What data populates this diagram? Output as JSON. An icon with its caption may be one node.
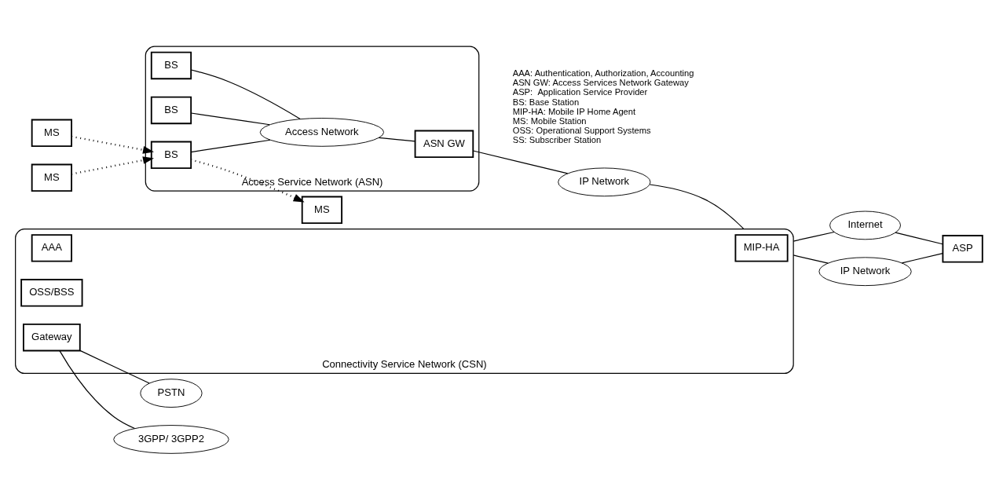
{
  "diagram": {
    "nodes": [
      {
        "text": [
          "MS"
        ]
      },
      {
        "text": [
          "MS"
        ]
      },
      {
        "text": [
          "MS"
        ]
      },
      {
        "text": [
          "Access Service Network (ASN)"
        ]
      },
      {
        "text": [
          "BS"
        ],
        "in": 3
      },
      {
        "text": [
          "BS"
        ],
        "in": 3
      },
      {
        "text": [
          "BS"
        ],
        "in": 3
      },
      {
        "text": [
          "Access Network"
        ],
        "in": 3
      },
      {
        "text": [
          "ASN GW"
        ],
        "in": 3
      },
      {
        "text": [
          "IP Network"
        ]
      },
      {
        "text": [
          "Connectivity Service Network (CSN)"
        ]
      },
      {
        "text": [
          "AAA"
        ],
        "in": 10
      },
      {
        "text": [
          "MIP-HA"
        ],
        "in": 10
      },
      {
        "text": [
          "OSS/BSS"
        ],
        "in": 10
      },
      {
        "text": [
          "Gateway"
        ],
        "in": 10
      },
      {
        "text": [
          "Internet"
        ]
      },
      {
        "text": [
          "IP Network"
        ]
      },
      {
        "text": [
          "ASP"
        ]
      },
      {
        "text": [
          "PSTN"
        ]
      },
      {
        "text": [
          "3GPP/ 3GPP2"
        ]
      }
    ],
    "edges": [
      {
        "from": 0,
        "to": 5,
        "arrow": "to",
        "style": "dashed"
      },
      {
        "from": 1,
        "to": 5,
        "arrow": "to",
        "style": "dashed"
      },
      {
        "from": 5,
        "to": 2,
        "arrow": "to",
        "style": "dashed"
      },
      {
        "from": 4,
        "to": 7,
        "arrow": "none"
      },
      {
        "from": 5,
        "to": 7,
        "arrow": "none"
      },
      {
        "from": 6,
        "to": 7,
        "arrow": "none"
      },
      {
        "from": 7,
        "to": 8,
        "arrow": "none"
      },
      {
        "from": 8,
        "to": 9,
        "arrow": "none"
      },
      {
        "from": 9,
        "to": 10,
        "arrow": "none"
      },
      {
        "from": 10,
        "to": 15,
        "arrow": "none"
      },
      {
        "from": 10,
        "to": 16,
        "arrow": "none"
      },
      {
        "from": 15,
        "to": 17,
        "arrow": "none"
      },
      {
        "from": 16,
        "to": 17,
        "arrow": "none"
      },
      {
        "from": 14,
        "to": 18,
        "arrow": "none"
      },
      {
        "from": 14,
        "to": 19,
        "arrow": "none"
      }
    ],
    "labels": [
      "AAA: Authentication, Authorization, Accounting",
      "ASN GW: Access Services Network Gateway",
      "ASP:  Application Service Provider",
      "BS: Base Station",
      "MIP-HA: Mobile IP Home Agent",
      "MS: Mobile Station",
      "OSS: Operational Support Systems",
      "SS: Subscriber Station"
    ]
  }
}
